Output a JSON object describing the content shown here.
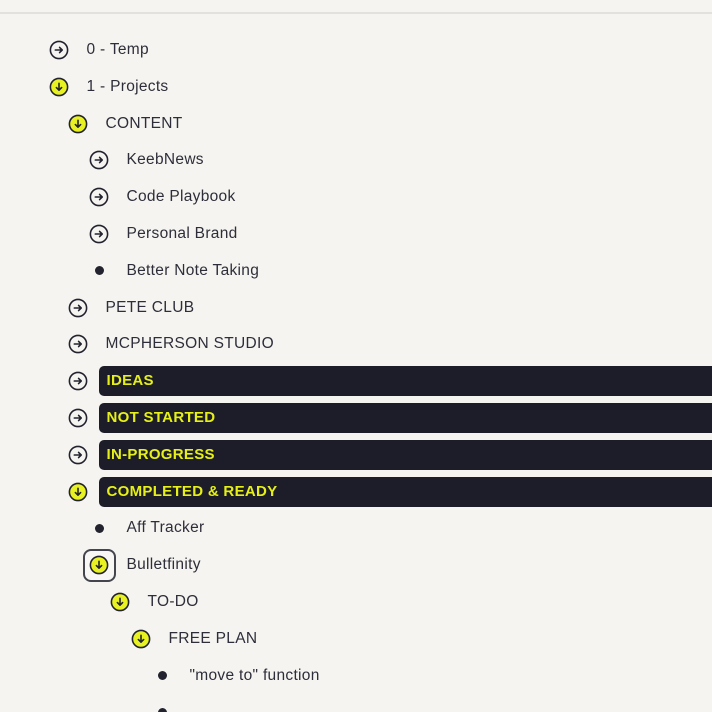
{
  "app": {
    "title": "Outliner workspace"
  },
  "colors": {
    "background": "#f5f4f0",
    "divider": "#e3e1dc",
    "row_bar_background": "#1c1d28",
    "accent_yellow": "#e8f222",
    "text": "#2e2e3a"
  },
  "outline": {
    "rows": [
      {
        "label": "0 - Temp",
        "level": 1,
        "state": "collapsed",
        "highlighted": false,
        "focused": false
      },
      {
        "label": "1 - Projects",
        "level": 1,
        "state": "expanded",
        "highlighted": false,
        "focused": false
      },
      {
        "label": "CONTENT",
        "level": 2,
        "state": "expanded",
        "highlighted": false,
        "focused": false
      },
      {
        "label": "KeebNews",
        "level": 3,
        "state": "collapsed",
        "highlighted": false,
        "focused": false
      },
      {
        "label": "Code Playbook",
        "level": 3,
        "state": "collapsed",
        "highlighted": false,
        "focused": false
      },
      {
        "label": "Personal Brand",
        "level": 3,
        "state": "collapsed",
        "highlighted": false,
        "focused": false
      },
      {
        "label": "Better Note Taking",
        "level": 3,
        "state": "leaf",
        "highlighted": false,
        "focused": false
      },
      {
        "label": "PETE CLUB",
        "level": 2,
        "state": "collapsed",
        "highlighted": false,
        "focused": false
      },
      {
        "label": "MCPHERSON STUDIO",
        "level": 2,
        "state": "collapsed",
        "highlighted": false,
        "focused": false
      },
      {
        "label": "IDEAS",
        "level": 2,
        "state": "collapsed",
        "highlighted": true,
        "focused": false
      },
      {
        "label": "NOT STARTED",
        "level": 2,
        "state": "collapsed",
        "highlighted": true,
        "focused": false
      },
      {
        "label": "IN-PROGRESS",
        "level": 2,
        "state": "collapsed",
        "highlighted": true,
        "focused": false
      },
      {
        "label": "COMPLETED & READY",
        "level": 2,
        "state": "expanded",
        "highlighted": true,
        "focused": false
      },
      {
        "label": "Aff Tracker",
        "level": 3,
        "state": "leaf",
        "highlighted": false,
        "focused": false
      },
      {
        "label": "Bulletfinity",
        "level": 3,
        "state": "expanded",
        "highlighted": false,
        "focused": true
      },
      {
        "label": "TO-DO",
        "level": 4,
        "state": "expanded",
        "highlighted": false,
        "focused": false
      },
      {
        "label": "FREE PLAN",
        "level": 5,
        "state": "expanded",
        "highlighted": false,
        "focused": false
      },
      {
        "label": "\"move to\" function",
        "level": 6,
        "state": "leaf",
        "highlighted": false,
        "focused": false
      },
      {
        "label": "",
        "level": 6,
        "state": "leaf",
        "highlighted": false,
        "focused": false
      }
    ]
  }
}
